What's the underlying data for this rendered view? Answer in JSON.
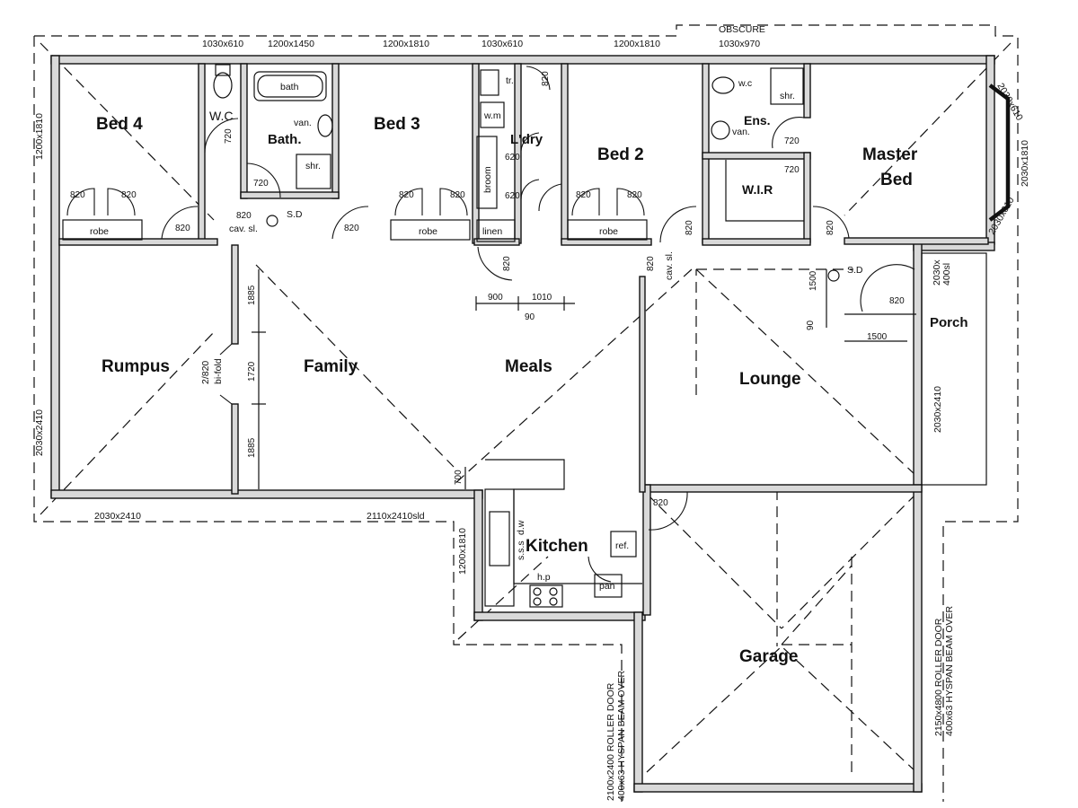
{
  "rooms": {
    "bed4": "Bed 4",
    "wc": "W.C",
    "bath": "Bath.",
    "bed3": "Bed 3",
    "laundry": "L'dry",
    "bed2": "Bed 2",
    "ens": "Ens.",
    "wir": "W.I.R",
    "master_line1": "Master",
    "master_line2": "Bed",
    "rumpus": "Rumpus",
    "family": "Family",
    "meals": "Meals",
    "lounge": "Lounge",
    "porch": "Porch",
    "kitchen": "Kitchen",
    "garage": "Garage"
  },
  "fixtures": {
    "bath": "bath",
    "van_bath": "van.",
    "shr_bath": "shr.",
    "robe": "robe",
    "tr": "tr.",
    "wm": "w.m",
    "broom": "broom",
    "linen": "linen",
    "wc_ens": "w.c",
    "shr_ens": "shr.",
    "van_ens": "van.",
    "ref": "ref.",
    "pan": "pan",
    "hp": "h.p",
    "sss": "s.s.s",
    "dw": "d.w",
    "sd": "S.D",
    "cav_sl": "cav. sl.",
    "bifold_line1": "2/820",
    "bifold_line2": "bi-fold"
  },
  "windows": {
    "w_1030x610_a": "1030x610",
    "w_1200x1450": "1200x1450",
    "w_1200x1810_a": "1200x1810",
    "w_1030x610_b": "1030x610",
    "w_1200x1810_b": "1200x1810",
    "obscure": "OBSCURE",
    "w_1030x970": "1030x970",
    "w_left_1200x1810": "1200x1810",
    "w_left_2030x2410": "2030x2410",
    "w_bottom_2030x2410": "2030x2410",
    "w_2110x2410sld": "2110x2410sld",
    "w_kitchen_1200x1810": "1200x1810",
    "w_bay_2030x610_a": "2030x610",
    "w_bay_2030x1810": "2030x1810",
    "w_bay_2030x610_b": "2030x610",
    "w_porch_2030x400sl_1": "2030x",
    "w_porch_2030x400sl_2": "400sl",
    "w_lounge_2030x2410": "2030x2410"
  },
  "doors": {
    "d820": "820",
    "d720": "720",
    "d620": "620"
  },
  "dims": {
    "d900": "900",
    "d1010": "1010",
    "d90": "90",
    "d1885": "1885",
    "d1720": "1720",
    "d700": "700",
    "d1500": "1500"
  },
  "garage_doors": {
    "left_line1": "2100x2400 ROLLER DOOR",
    "left_line2": "400x63 HYSPAN BEAM OVER",
    "right_line1": "2150x4800 ROLLER DOOR",
    "right_line2": "400x63 HYSPAN BEAM OVER"
  }
}
